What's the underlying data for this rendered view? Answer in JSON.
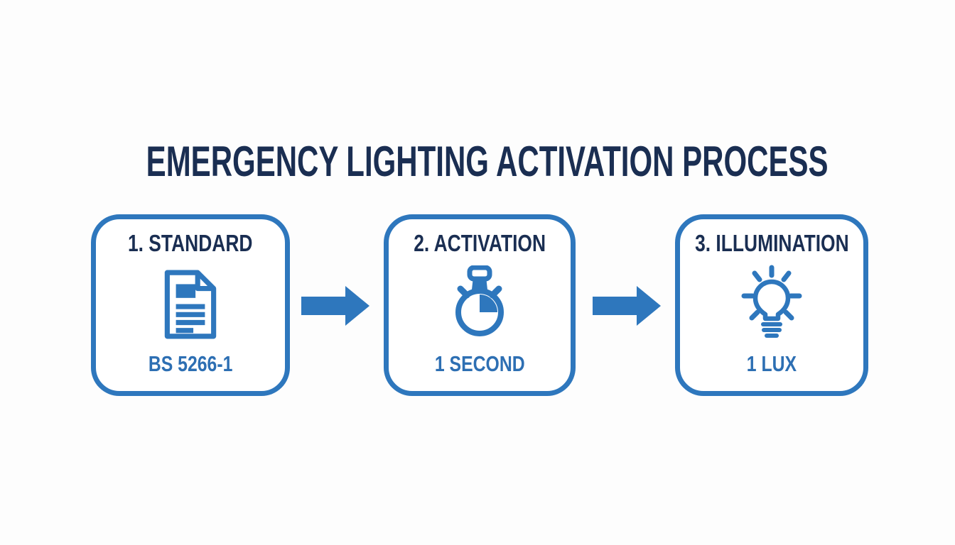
{
  "title": "EMERGENCY LIGHTING ACTIVATION PROCESS",
  "colors": {
    "accent_blue": "#2e77bd",
    "navy": "#1a2e52",
    "value_blue": "#2d6fb3",
    "bg": "#fdfdfd"
  },
  "steps": [
    {
      "label": "1. STANDARD",
      "icon": "document-icon",
      "value": "BS 5266-1"
    },
    {
      "label": "2. ACTIVATION",
      "icon": "stopwatch-icon",
      "value": "1 SECOND"
    },
    {
      "label": "3. ILLUMINATION",
      "icon": "lightbulb-icon",
      "value": "1 LUX"
    }
  ],
  "connectors": [
    {
      "icon": "arrow-right-icon"
    },
    {
      "icon": "arrow-right-icon"
    }
  ]
}
